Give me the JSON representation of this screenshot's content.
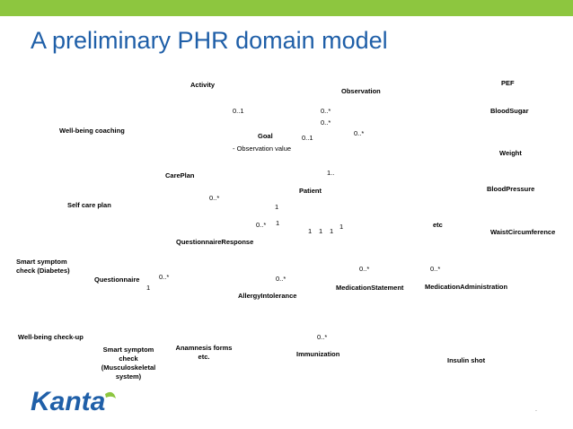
{
  "title": "A preliminary PHR domain model",
  "labels": {
    "activity": "Activity",
    "observation": "Observation",
    "pef": "PEF",
    "bloodsugar": "BloodSugar",
    "wellbeing_coaching": "Well-being coaching",
    "goal": "Goal",
    "obs_value": "-   Observation value",
    "weight": "Weight",
    "careplan": "CarePlan",
    "patient": "Patient",
    "bloodpressure": "BloodPressure",
    "selfcare": "Self care plan",
    "etc": "etc",
    "waist": "WaistCircumference",
    "questionnaire_response": "QuestionnaireResponse",
    "smart_diabetes": "Smart symptom\ncheck (Diabetes)",
    "questionnaire": "Questionnaire",
    "medstatement": "MedicationStatement",
    "medadmin": "MedicationAdministration",
    "allergy": "AllergyIntolerance",
    "wellbeing_checkup": "Well-being check-up",
    "smart_musc": "Smart symptom\ncheck\n(Musculoskeletal\nsystem)",
    "anamnesis": "Anamnesis forms\netc.",
    "immunization": "Immunization",
    "insulin": "Insulin shot"
  },
  "multiplicities": {
    "m1": "0..1",
    "m2": "0..*",
    "m3": "0..*",
    "m4": "0..1",
    "m5": "0..*",
    "m6": "1..",
    "m7": "0..*",
    "m8": "1",
    "m9": "0..*",
    "m10": "1",
    "m11": "1",
    "m12": "1",
    "m13": "1",
    "m14": "1",
    "m15": "0..*",
    "m16": "0..*",
    "m17": "0..*",
    "m18": "1",
    "m19": "0..*",
    "m20": "0..*"
  },
  "logo": {
    "text": "Kanta",
    "color": "#1f5fa8",
    "accent": "#8dc63f"
  },
  "footer_mark": "."
}
